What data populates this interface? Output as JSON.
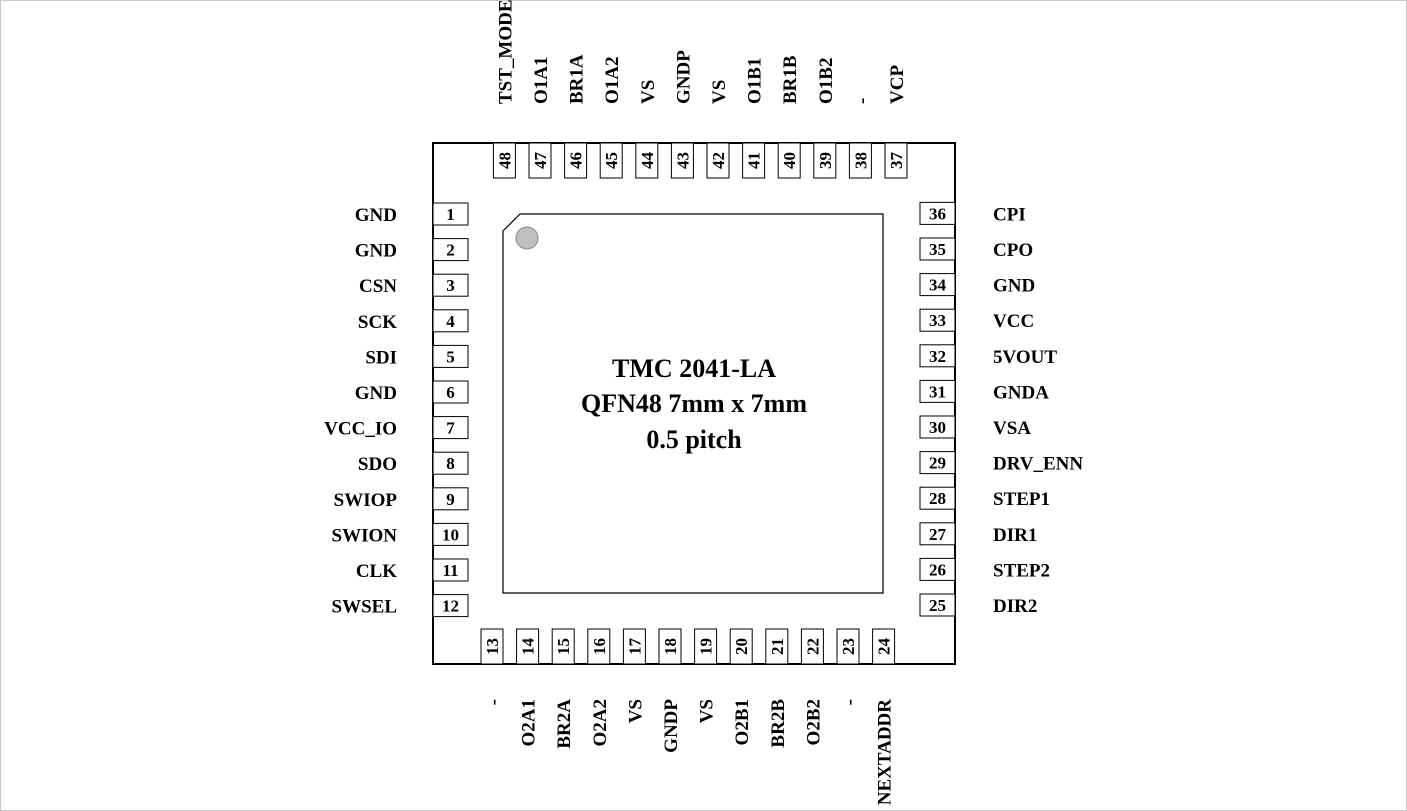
{
  "package": {
    "part_name": "TMC 2041-LA",
    "package_line": "QFN48 7mm x 7mm",
    "pitch_line": "0.5 pitch"
  },
  "pins": {
    "left": [
      {
        "num": "1",
        "name": "GND"
      },
      {
        "num": "2",
        "name": "GND"
      },
      {
        "num": "3",
        "name": "CSN"
      },
      {
        "num": "4",
        "name": "SCK"
      },
      {
        "num": "5",
        "name": "SDI"
      },
      {
        "num": "6",
        "name": "GND"
      },
      {
        "num": "7",
        "name": "VCC_IO"
      },
      {
        "num": "8",
        "name": "SDO"
      },
      {
        "num": "9",
        "name": "SWIOP"
      },
      {
        "num": "10",
        "name": "SWION"
      },
      {
        "num": "11",
        "name": "CLK"
      },
      {
        "num": "12",
        "name": "SWSEL"
      }
    ],
    "bottom": [
      {
        "num": "13",
        "name": "-"
      },
      {
        "num": "14",
        "name": "O2A1"
      },
      {
        "num": "15",
        "name": "BR2A"
      },
      {
        "num": "16",
        "name": "O2A2"
      },
      {
        "num": "17",
        "name": "VS"
      },
      {
        "num": "18",
        "name": "GNDP"
      },
      {
        "num": "19",
        "name": "VS"
      },
      {
        "num": "20",
        "name": "O2B1"
      },
      {
        "num": "21",
        "name": "BR2B"
      },
      {
        "num": "22",
        "name": "O2B2"
      },
      {
        "num": "23",
        "name": "-"
      },
      {
        "num": "24",
        "name": "NEXTADDR"
      }
    ],
    "right": [
      {
        "num": "25",
        "name": "DIR2"
      },
      {
        "num": "26",
        "name": "STEP2"
      },
      {
        "num": "27",
        "name": "DIR1"
      },
      {
        "num": "28",
        "name": "STEP1"
      },
      {
        "num": "29",
        "name": "DRV_ENN"
      },
      {
        "num": "30",
        "name": "VSA"
      },
      {
        "num": "31",
        "name": "GNDA"
      },
      {
        "num": "32",
        "name": "5VOUT"
      },
      {
        "num": "33",
        "name": "VCC"
      },
      {
        "num": "34",
        "name": "GND"
      },
      {
        "num": "35",
        "name": "CPO"
      },
      {
        "num": "36",
        "name": "CPI"
      }
    ],
    "top": [
      {
        "num": "37",
        "name": "VCP"
      },
      {
        "num": "38",
        "name": "-"
      },
      {
        "num": "39",
        "name": "O1B2"
      },
      {
        "num": "40",
        "name": "BR1B"
      },
      {
        "num": "41",
        "name": "O1B1"
      },
      {
        "num": "42",
        "name": "VS"
      },
      {
        "num": "43",
        "name": "GNDP"
      },
      {
        "num": "44",
        "name": "VS"
      },
      {
        "num": "45",
        "name": "O1A2"
      },
      {
        "num": "46",
        "name": "BR1A"
      },
      {
        "num": "47",
        "name": "O1A1"
      },
      {
        "num": "48",
        "name": "TST_MODE"
      }
    ]
  },
  "colors": {
    "stroke": "#000000",
    "pin1_marker": "#c0c0c0",
    "background": "#ffffff"
  }
}
